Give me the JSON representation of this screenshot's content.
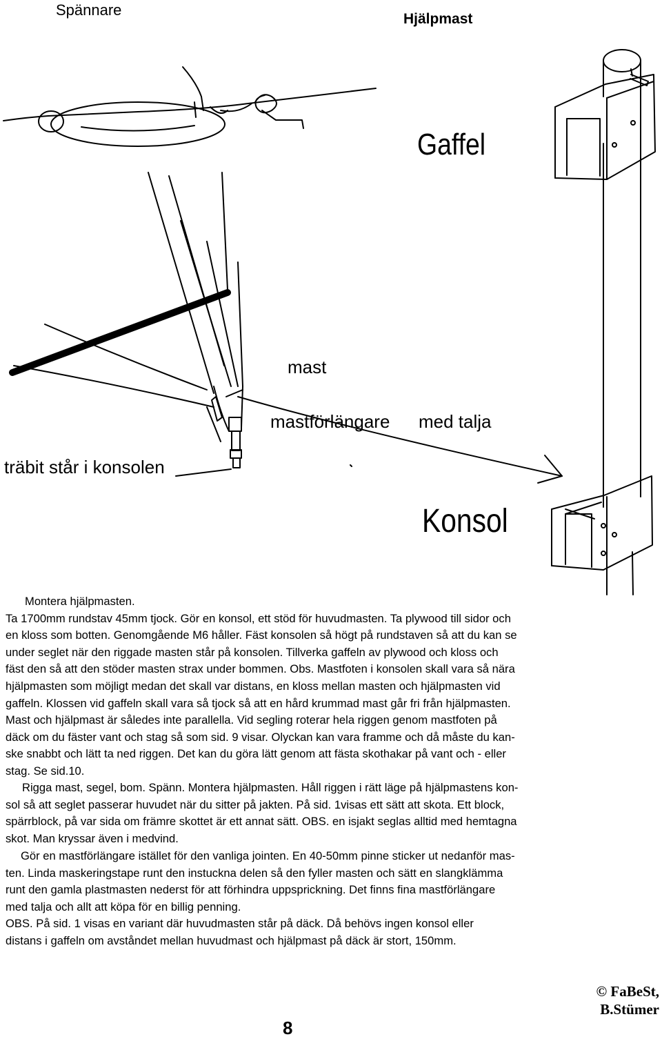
{
  "labels": {
    "spannare": "Spännare",
    "hjalpmast": "Hjälpmast",
    "gaffel": "Gaffel",
    "mast": "mast",
    "mastforlangare": "mastförlängare",
    "med_talja": "med talja",
    "trabit": "träbit står i konsolen",
    "konsol": "Konsol"
  },
  "paragraph1": [
    "Montera hjälpmasten.",
    "Ta 1700mm rundstav 45mm tjock. Gör en konsol, ett stöd för huvudmasten. Ta plywood till sidor och",
    "en kloss som botten. Genomgående M6 håller. Fäst konsolen så högt på rundstaven så att du kan se",
    "under seglet när den riggade masten står på konsolen. Tillverka gaffeln av plywood och kloss och",
    "fäst den så att den stöder masten strax under bommen. Obs. Mastfoten i konsolen skall vara så nära",
    "hjälpmasten som möjligt medan det skall var distans, en kloss mellan masten och hjälpmasten vid",
    "gaffeln. Klossen vid gaffeln skall vara så tjock så att en hård krummad mast går fri från hjälpmasten.",
    "Mast och hjälpmast är således inte parallella. Vid segling roterar hela riggen genom mastfoten på",
    "däck om du fäster vant och stag så som sid. 9 visar. Olyckan kan vara framme och då måste du kan-",
    "ske snabbt och lätt ta ned riggen. Det kan du göra lätt genom att fästa skothakar på vant och - eller",
    "stag. Se sid.10."
  ],
  "paragraph2": [
    "Rigga mast, segel, bom. Spänn. Montera hjälpmasten. Håll riggen i rätt läge på hjälpmastens kon-",
    "sol så att seglet passerar huvudet när du sitter på jakten. På sid. 1visas ett sätt att skota. Ett block,",
    "spärrblock, på var sida om främre skottet är ett annat sätt. OBS. en isjakt seglas alltid med hemtagna",
    "skot. Man kryssar även i medvind."
  ],
  "paragraph3": [
    "Gör en mastförlängare istället för den vanliga jointen. En 40-50mm pinne sticker ut nedanför mas-",
    "ten. Linda maskeringstape runt den instuckna delen så den fyller masten och sätt en slangklämma",
    "runt den gamla plastmasten nederst för att förhindra uppsprickning. Det finns fina mastförlängare",
    "med talja och allt att köpa för en billig penning.",
    "OBS. På sid. 1 visas en variant där huvudmasten står på däck. Då behövs ingen konsol eller",
    "distans i gaffeln om avståndet mellan huvudmast och hjälpmast på däck är stort, 150mm."
  ],
  "page_number": "8",
  "credit": [
    "© FaBeSt,",
    "B.Stümer"
  ]
}
